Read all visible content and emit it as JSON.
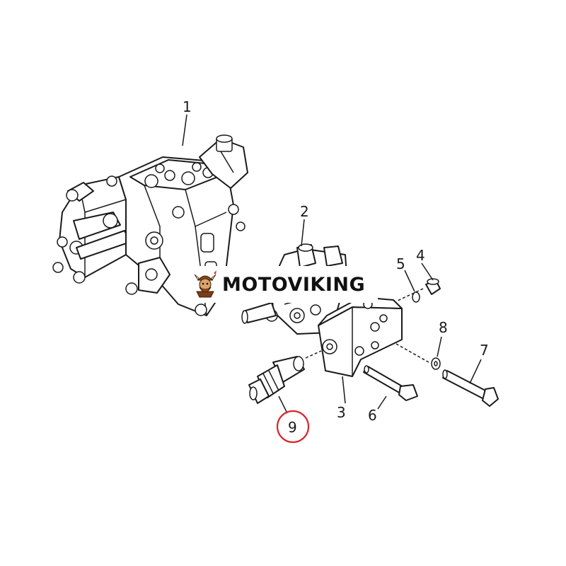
{
  "callouts": {
    "c1": "1",
    "c2": "2",
    "c3": "3",
    "c4": "4",
    "c5": "5",
    "c6": "6",
    "c7": "7",
    "c8": "8",
    "c9": "9"
  },
  "watermark": {
    "text": "MOTOVIKING",
    "logo_icon": "viking-mascot-icon"
  },
  "colors": {
    "line": "#1a1a1a",
    "highlight_ring": "#d9262c",
    "watermark_text": "#111111",
    "logo_primary": "#8a4a1e",
    "logo_accent": "#e03a2a"
  }
}
